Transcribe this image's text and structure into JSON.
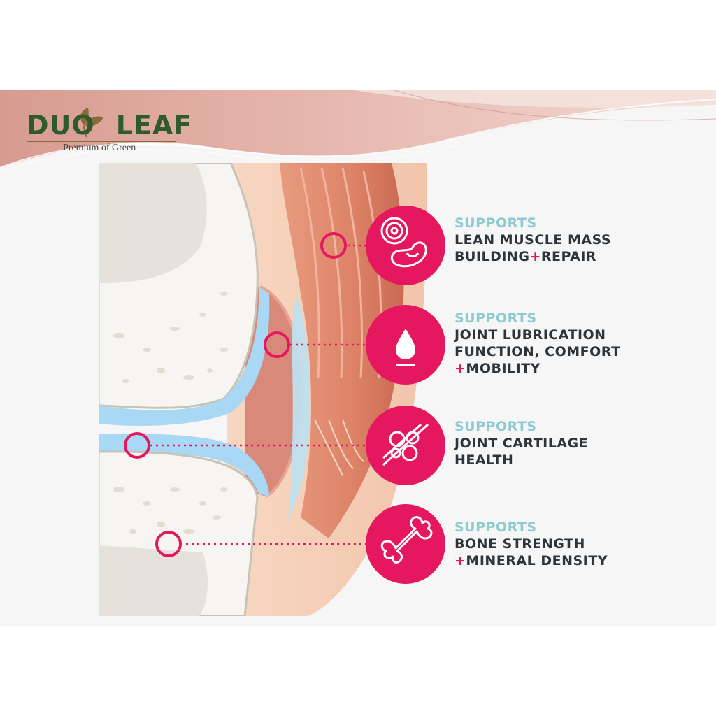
{
  "brand": {
    "name_left": "DUO",
    "name_right": "LEAF",
    "tagline": "Premium of Green",
    "color": "#2f5a2c"
  },
  "colors": {
    "accent": "#e5175e",
    "kicker": "#8ecbd0",
    "text": "#2d343a",
    "background": "#f6f6f6"
  },
  "benefits": [
    {
      "icon": "muscle-target-icon",
      "kicker": "SUPPORTS",
      "lines": [
        [
          "LEAN MUSCLE MASS"
        ],
        [
          "BUILDING",
          "+",
          "REPAIR"
        ]
      ]
    },
    {
      "icon": "droplet-icon",
      "kicker": "SUPPORTS",
      "lines": [
        [
          "JOINT LUBRICATION"
        ],
        [
          "FUNCTION, COMFORT"
        ],
        [
          "",
          "+",
          "MOBILITY"
        ]
      ]
    },
    {
      "icon": "cartilage-icon",
      "kicker": "SUPPORTS",
      "lines": [
        [
          "JOINT CARTILAGE"
        ],
        [
          "HEALTH"
        ]
      ]
    },
    {
      "icon": "bone-icon",
      "kicker": "SUPPORTS",
      "lines": [
        [
          "BONE STRENGTH"
        ],
        [
          "",
          "+",
          "MINERAL DENSITY"
        ]
      ]
    }
  ]
}
